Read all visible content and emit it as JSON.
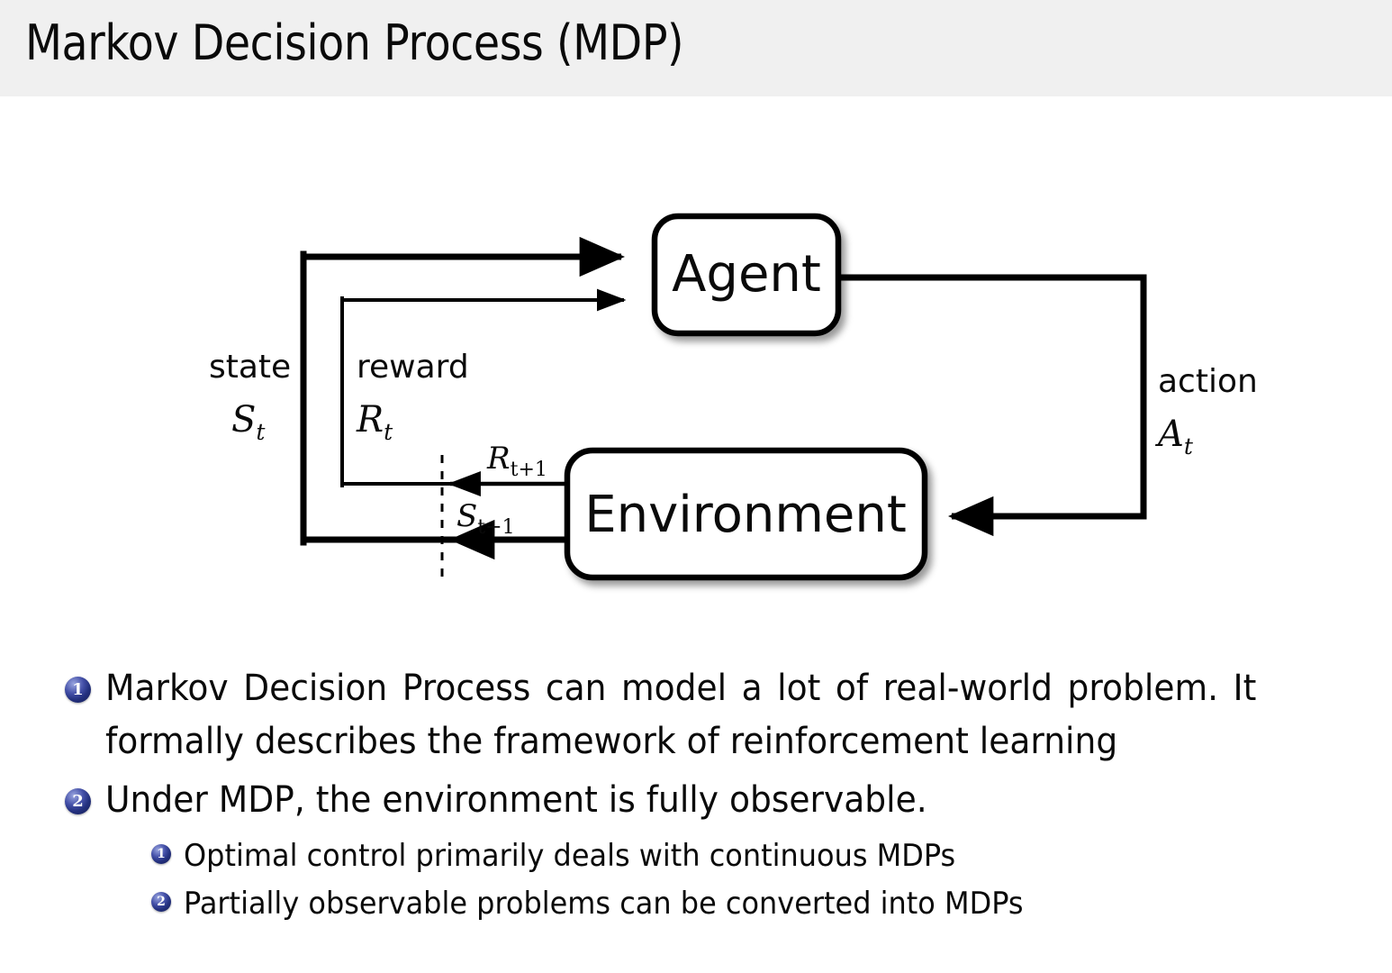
{
  "slide": {
    "title": "Markov Decision Process (MDP)",
    "header_bg": "#f0f0f0",
    "page_bg": "#ffffff",
    "text_color": "#0a0a0a"
  },
  "diagram": {
    "name": "agent-environment-interaction-loop",
    "nodes": {
      "agent": "Agent",
      "environment": "Environment"
    },
    "edge_labels": {
      "state_word": "state",
      "state_symbol": "S",
      "state_sub": "t",
      "reward_word": "reward",
      "reward_symbol": "R",
      "reward_sub": "t",
      "action_word": "action",
      "action_symbol": "A",
      "action_sub": "t",
      "next_reward_symbol": "R",
      "next_reward_sub": "t+1",
      "next_state_symbol": "S",
      "next_state_sub": "t+1"
    },
    "colors": {
      "stroke": "#000000",
      "box_fill": "#ffffff",
      "shadow": "rgba(0,0,0,0.38)"
    }
  },
  "bullets": {
    "marker_color_dark": "#23307e",
    "marker_color_light": "#9aa6e0",
    "items": [
      {
        "number": "1",
        "text": "Markov Decision Process can model a lot of real-world problem. It formally describes the framework of reinforcement learning",
        "level": 1
      },
      {
        "number": "2",
        "text": "Under MDP, the environment is fully observable.",
        "level": 1
      },
      {
        "number": "1",
        "text": "Optimal control primarily deals with continuous MDPs",
        "level": 2
      },
      {
        "number": "2",
        "text": "Partially observable problems can be converted into MDPs",
        "level": 2
      }
    ]
  }
}
